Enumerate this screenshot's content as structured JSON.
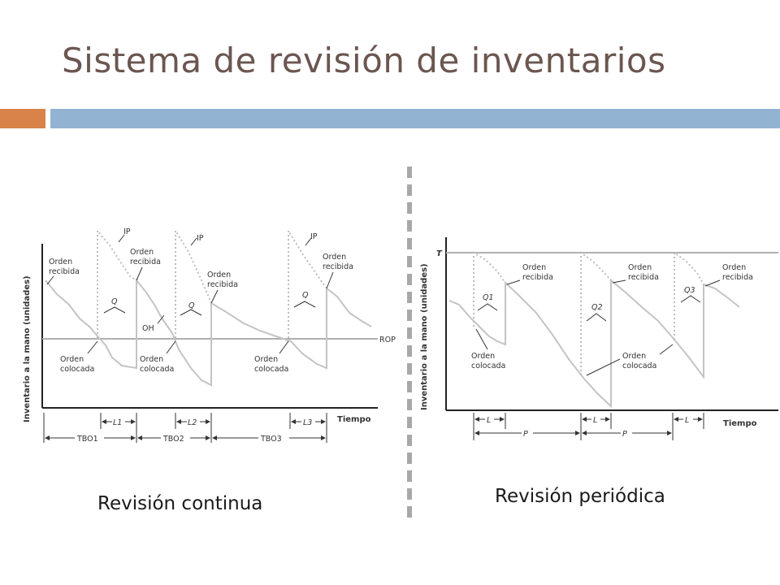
{
  "slide": {
    "title": "Sistema de revisión de inventarios",
    "colors": {
      "title": "#6b5650",
      "accent_orange": "#d9834a",
      "accent_blue": "#93b3d3",
      "divider": "#a8a8a8",
      "line": "#c7c7c7",
      "axis": "#222222"
    }
  },
  "continuous": {
    "caption": "Revisión continua",
    "ylabel": "Inventario a la mano (unidades)",
    "xlabel": "Tiempo",
    "rop_label": "ROP",
    "ip_label": "IP",
    "q_label": "Q",
    "oh_label": "OH",
    "received_line1": "Orden",
    "received_line2": "recibida",
    "placed_line1": "Orden",
    "placed_line2": "colocada",
    "lead_times": [
      "L1",
      "L2",
      "L3"
    ],
    "tbo": [
      "TBO1",
      "TBO2",
      "TBO3"
    ]
  },
  "periodic": {
    "caption": "Revisión periódica",
    "ylabel": "Inventario a la mano (unidades)",
    "xlabel": "Tiempo",
    "t_label": "T",
    "received_line1": "Orden",
    "received_line2": "recibida",
    "placed_line1": "Orden",
    "placed_line2": "colocada",
    "q_labels": [
      "Q1",
      "Q2",
      "Q3"
    ],
    "lead_label": "L",
    "period_label": "P"
  }
}
